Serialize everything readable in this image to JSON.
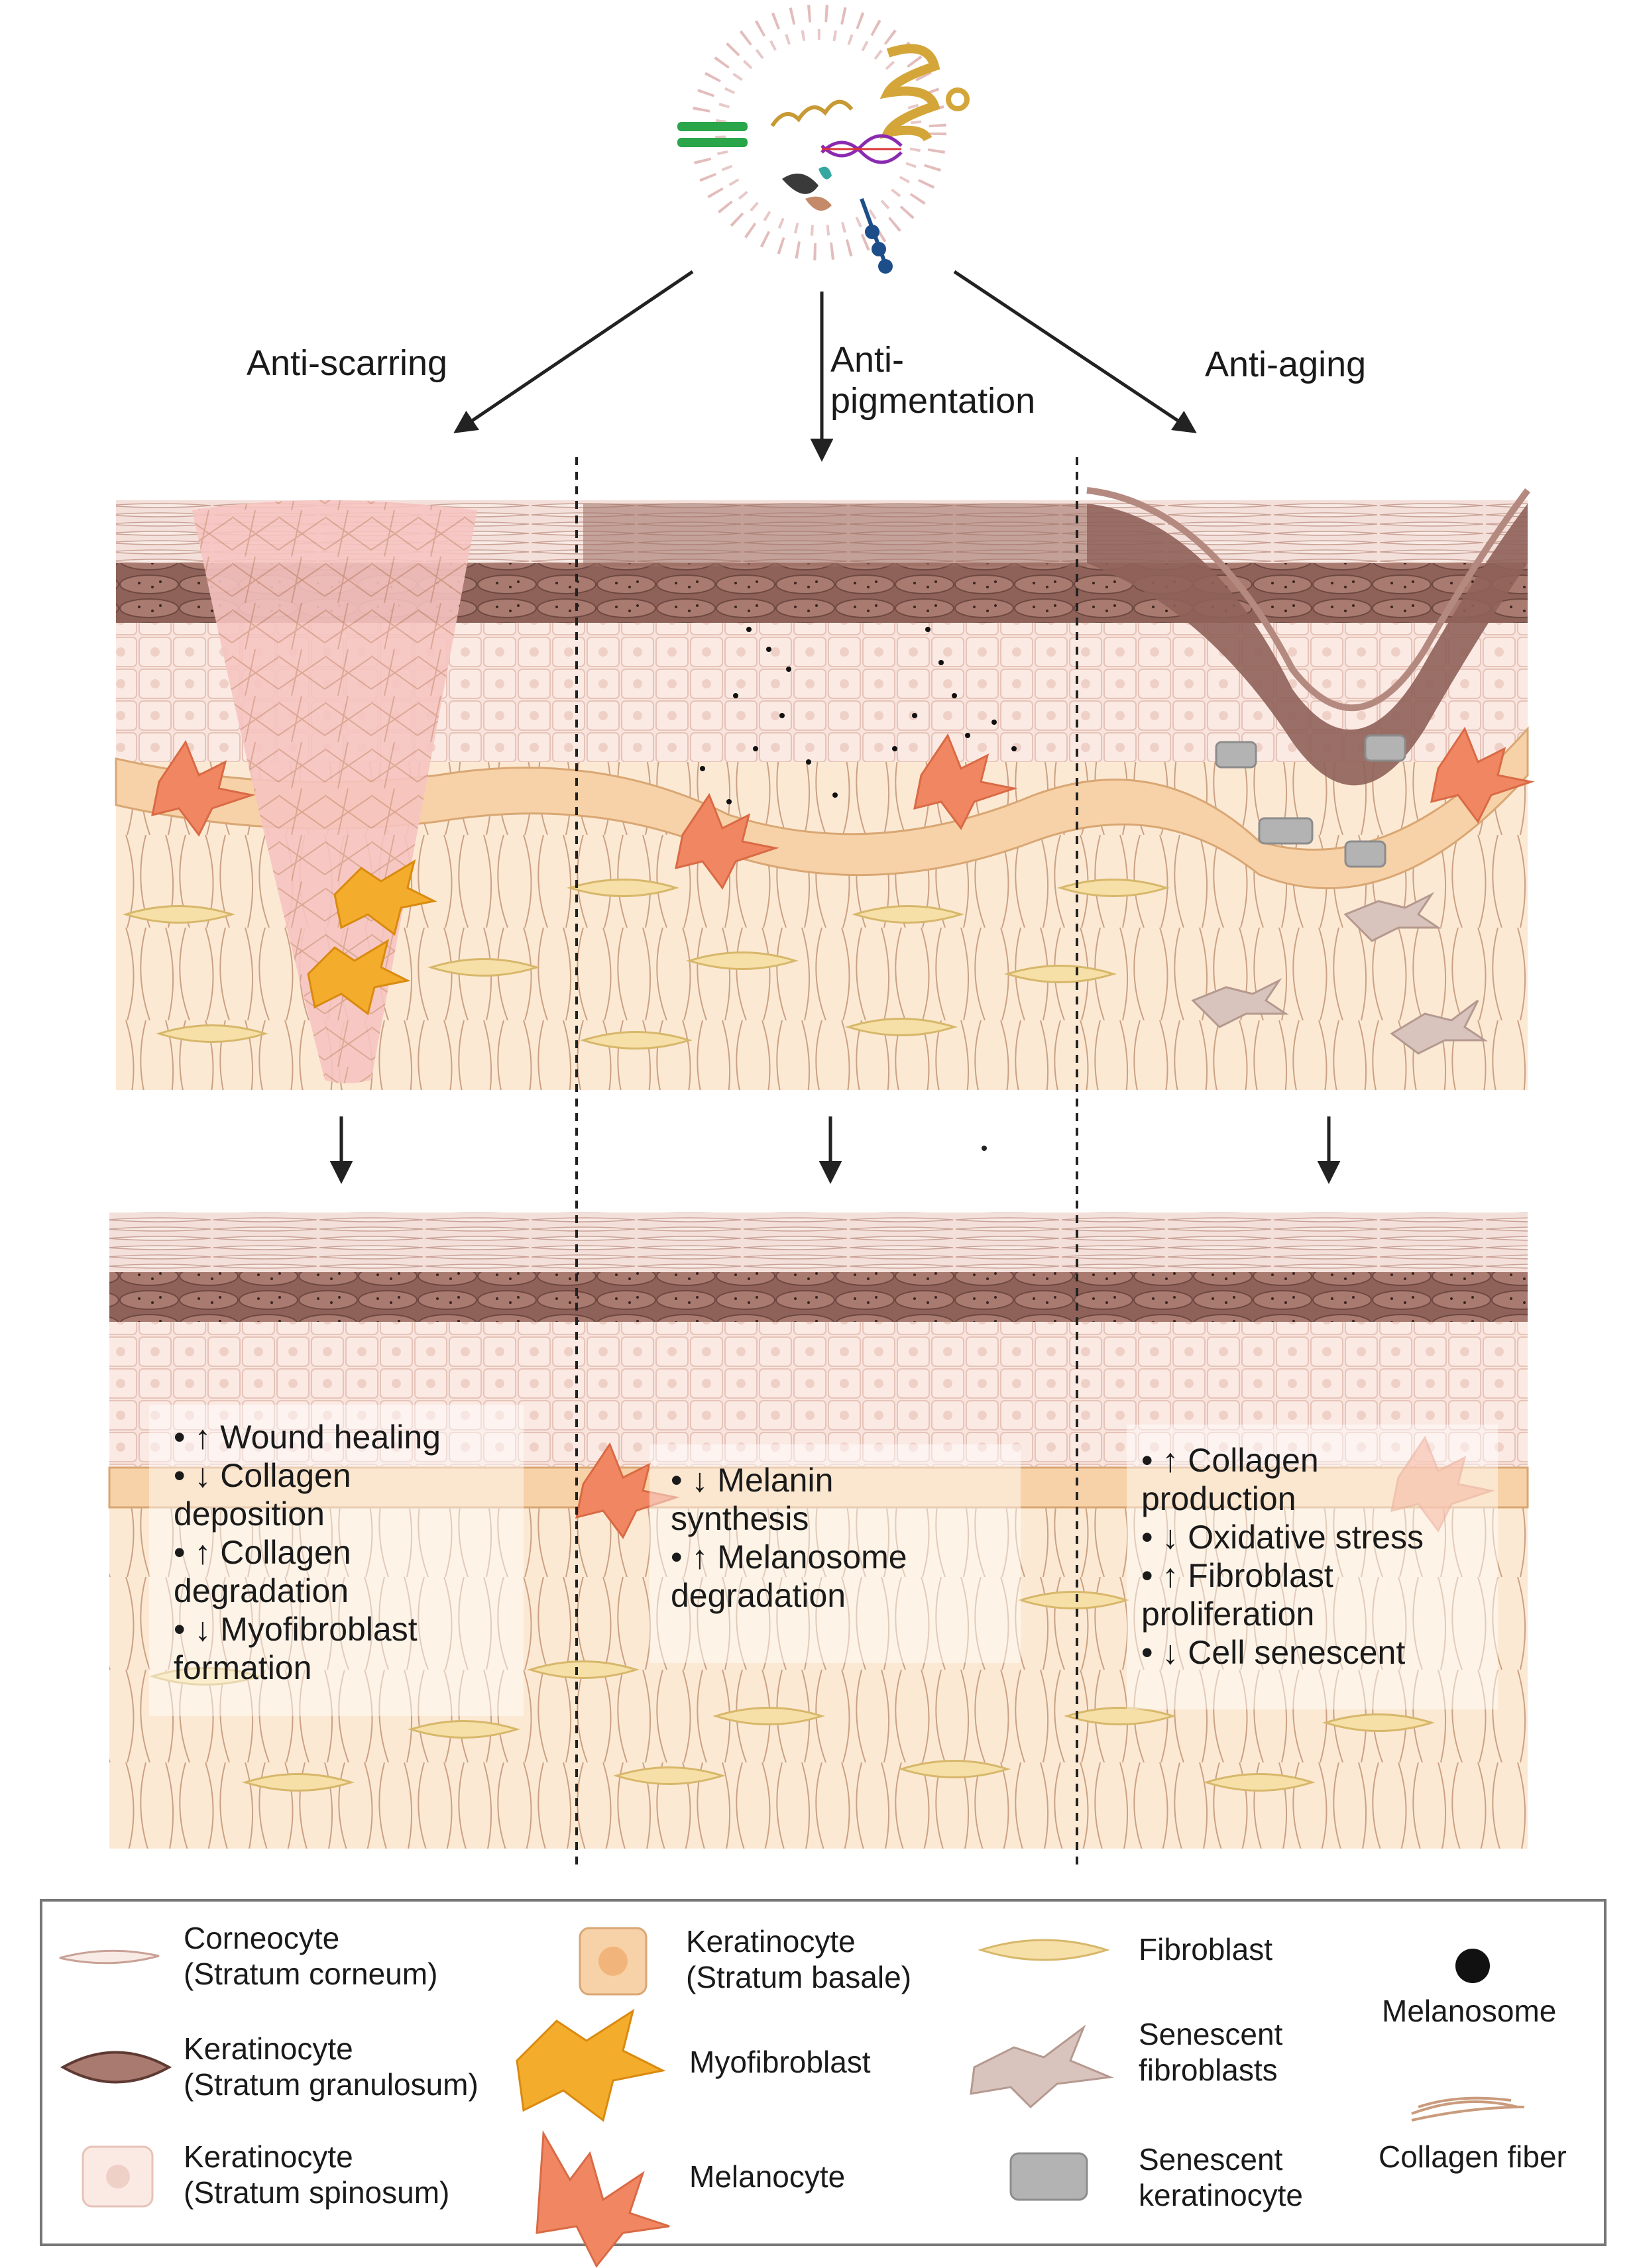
{
  "directions": [
    {
      "label_line1": "Anti-scarring",
      "label_line2": ""
    },
    {
      "label_line1": "Anti-",
      "label_line2": "pigmentation"
    },
    {
      "label_line1": "Anti-aging",
      "label_line2": ""
    }
  ],
  "outcomes": [
    [
      "• ↑ Wound healing",
      "• ↓ Collagen",
      "deposition",
      "• ↑ Collagen",
      "degradation",
      "• ↓ Myofibroblast",
      "formation"
    ],
    [
      "• ↓ Melanin",
      "synthesis",
      "• ↑ Melanosome",
      "degradation"
    ],
    [
      "• ↑ Collagen",
      "production",
      "• ↓ Oxidative stress",
      "• ↑ Fibroblast",
      "proliferation",
      "• ↓ Cell senescent"
    ]
  ],
  "legend": {
    "corneocyte": {
      "line1": "Corneocyte",
      "line2": "(Stratum corneum)",
      "icon": "corneocyte-icon"
    },
    "kc_granulosum": {
      "line1": "Keratinocyte",
      "line2": "(Stratum granulosum)",
      "icon": "granular-keratinocyte-icon"
    },
    "kc_spinosum": {
      "line1": "Keratinocyte",
      "line2": "(Stratum spinosum)",
      "icon": "spinous-keratinocyte-icon"
    },
    "kc_basale": {
      "line1": "Keratinocyte",
      "line2": "(Stratum basale)",
      "icon": "basal-keratinocyte-icon"
    },
    "myofibroblast": {
      "line1": "Myofibroblast",
      "icon": "myofibroblast-icon"
    },
    "melanocyte": {
      "line1": "Melanocyte",
      "icon": "melanocyte-icon"
    },
    "fibroblast": {
      "line1": "Fibroblast",
      "icon": "fibroblast-icon"
    },
    "senescent_fibroblasts": {
      "line1": "Senescent",
      "line2": "fibroblasts",
      "icon": "senescent-fibroblast-icon"
    },
    "senescent_keratinocyte": {
      "line1": "Senescent",
      "line2": "keratinocyte",
      "icon": "senescent-keratinocyte-icon"
    },
    "melanosome": {
      "line1": "Melanosome",
      "icon": "melanosome-icon"
    },
    "collagen_fiber": {
      "line1": "Collagen fiber",
      "icon": "collagen-fiber-icon"
    }
  },
  "colors": {
    "dermis": "#fbe8d2",
    "spinosum": "#f8e2dc",
    "basale": "#f7d2a8",
    "granulosum": "#9b6a60",
    "corneum": "#d9b8ae",
    "scar": "#f5b7b5",
    "melanocyte": "#f08762",
    "myofibroblast": "#f3ac2c",
    "fibroblast": "#f6e0a8",
    "senescent": "#d9c4bd",
    "senescent_keratinocyte": "#b3b3b3",
    "collagen": "#c99b7c"
  }
}
